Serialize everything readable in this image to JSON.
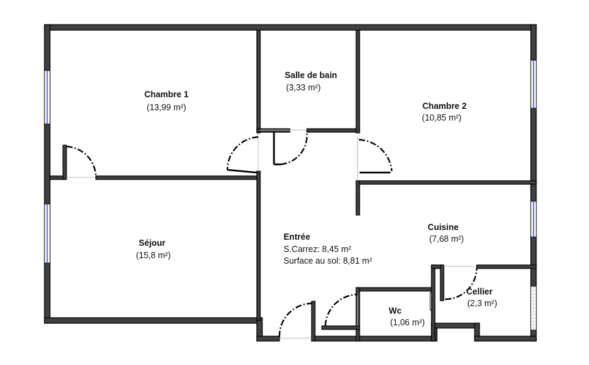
{
  "rooms": {
    "chambre1": {
      "name": "Chambre 1",
      "area": "(13,99 m²)"
    },
    "salle_de_bain": {
      "name": "Salle de bain",
      "area": "(3,33 m²)"
    },
    "chambre2": {
      "name": "Chambre 2",
      "area": "(10,85 m²)"
    },
    "sejour": {
      "name": "Séjour",
      "area": "(15,8 m²)"
    },
    "entree": {
      "name": "Entrée",
      "carrez": "S.Carrez: 8,45 m²",
      "sol": "Surface au sol: 8,81 m²"
    },
    "cuisine": {
      "name": "Cuisine",
      "area": "(7,68 m²)"
    },
    "cellier": {
      "name": "Cellier",
      "area": "(2,3 m²)"
    },
    "wc": {
      "name": "Wc",
      "area": "(1,06 m²)"
    }
  },
  "colors": {
    "wall": "#404040",
    "window": "#3a3aff",
    "background": "#ffffff"
  }
}
